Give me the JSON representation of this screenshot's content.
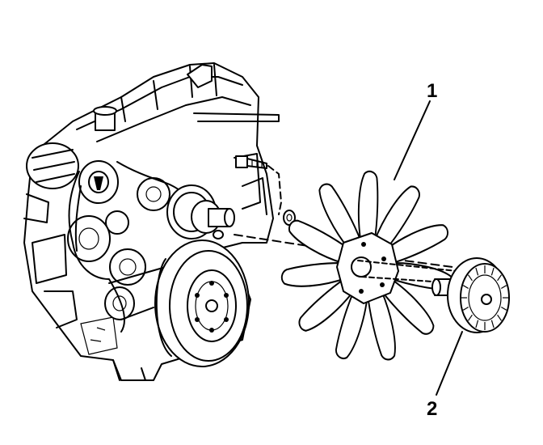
{
  "diagram": {
    "callouts": [
      {
        "number": "1",
        "part": "fan-blade"
      },
      {
        "number": "2",
        "part": "fan-clutch"
      }
    ],
    "colors": {
      "line": "#000000",
      "background": "#ffffff"
    }
  }
}
